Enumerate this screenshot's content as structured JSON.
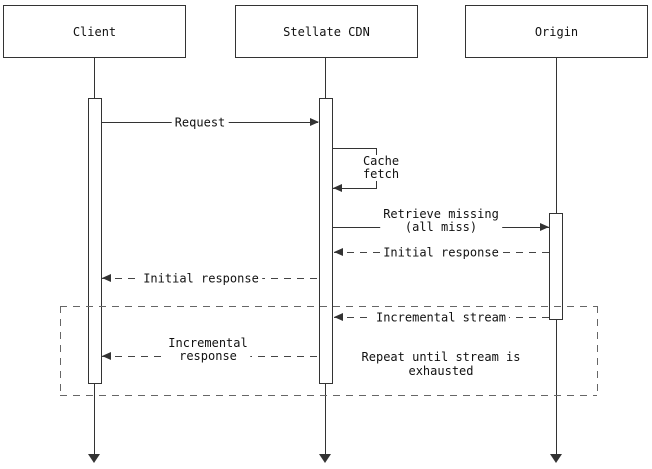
{
  "diagram": {
    "type": "sequence-diagram",
    "actors": {
      "client": "Client",
      "stellate_cdn": "Stellate CDN",
      "origin": "Origin"
    },
    "messages": {
      "request": {
        "label": "Request",
        "from": "Client",
        "to": "Stellate CDN",
        "line": "solid"
      },
      "cache_fetch": {
        "label": "Cache\nfetch",
        "from": "Stellate CDN",
        "to": "Stellate CDN",
        "line": "solid"
      },
      "retrieve_missing": {
        "label": "Retrieve missing\n(all miss)",
        "from": "Stellate CDN",
        "to": "Origin",
        "line": "solid"
      },
      "initial_response_to_cdn": {
        "label": "Initial response",
        "from": "Origin",
        "to": "Stellate CDN",
        "line": "dashed"
      },
      "initial_response_to_client": {
        "label": "Initial response",
        "from": "Stellate CDN",
        "to": "Client",
        "line": "dashed"
      },
      "incremental_stream": {
        "label": "Incremental stream",
        "from": "Origin",
        "to": "Stellate CDN",
        "line": "dashed"
      },
      "incremental_response": {
        "label": "Incremental\nresponse",
        "from": "Stellate CDN",
        "to": "Client",
        "line": "dashed"
      }
    },
    "loop_note": "Repeat until stream is\nexhausted",
    "colors": {
      "line": "#333333",
      "text": "#111111",
      "background": "#ffffff",
      "loop_border": "#666666"
    }
  }
}
